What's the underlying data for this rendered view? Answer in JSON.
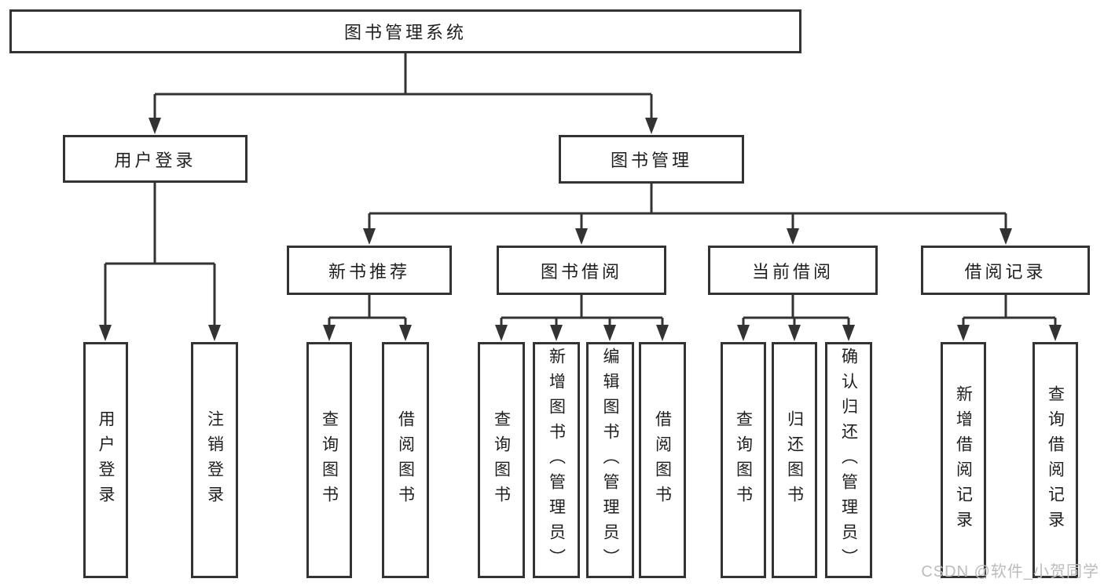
{
  "diagram": {
    "root": {
      "label": "图书管理系统",
      "children": [
        {
          "label": "用户登录",
          "children": [
            {
              "label": "用户登录"
            },
            {
              "label": "注销登录"
            }
          ]
        },
        {
          "label": "图书管理",
          "children": [
            {
              "label": "新书推荐",
              "children": [
                {
                  "label": "查询图书"
                },
                {
                  "label": "借阅图书"
                }
              ]
            },
            {
              "label": "图书借阅",
              "children": [
                {
                  "label": "查询图书"
                },
                {
                  "label": "新增图书（管理员）"
                },
                {
                  "label": "编辑图书（管理员）"
                },
                {
                  "label": "借阅图书"
                }
              ]
            },
            {
              "label": "当前借阅",
              "children": [
                {
                  "label": "查询图书"
                },
                {
                  "label": "归还图书"
                },
                {
                  "label": "确认归还（管理员）"
                }
              ]
            },
            {
              "label": "借阅记录",
              "children": [
                {
                  "label": "新增借阅记录"
                },
                {
                  "label": "查询借阅记录"
                }
              ]
            }
          ]
        }
      ]
    },
    "watermark": "CSDN @软件_小贺同学",
    "colors": {
      "line": "#333333",
      "text": "#1f1f1f",
      "background": "#ffffff",
      "watermark": "#bcbcbc"
    }
  }
}
